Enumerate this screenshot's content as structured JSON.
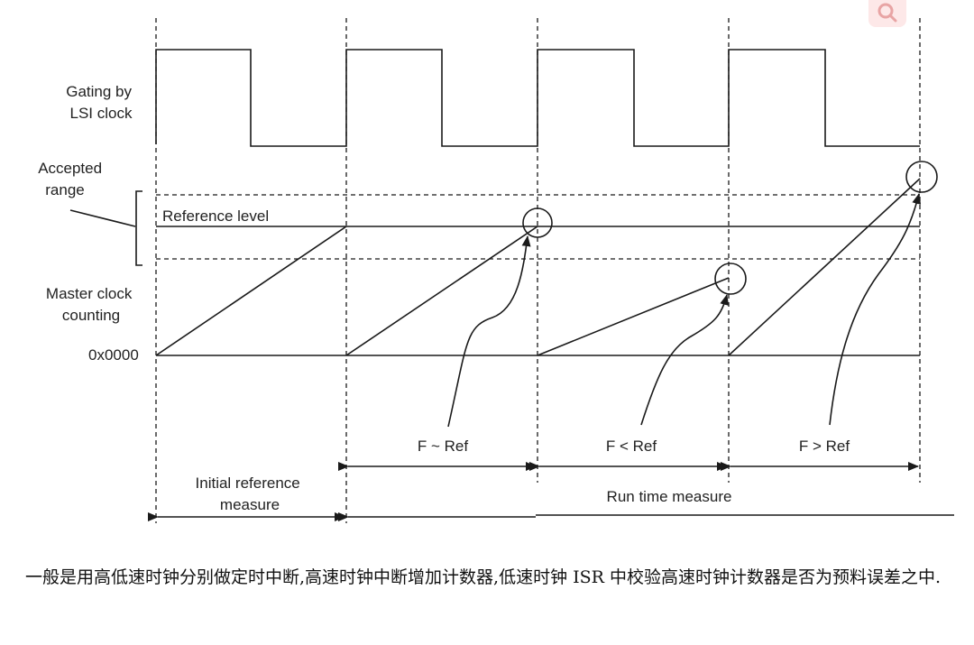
{
  "diagram": {
    "labels": {
      "gating": [
        "Gating by",
        "LSI clock"
      ],
      "accepted_range": [
        "Accepted",
        "range"
      ],
      "reference_level": "Reference level",
      "master_clock": [
        "Master clock",
        "counting"
      ],
      "zero": "0x0000",
      "f_approx_ref": "F ~ Ref",
      "f_less_ref": "F < Ref",
      "f_greater_ref": "F > Ref",
      "initial_reference": [
        "Initial reference",
        "measure"
      ],
      "run_time": "Run time measure"
    }
  },
  "caption": "一般是用高低速时钟分别做定时中断,高速时钟中断增加计数器,低速时钟 ISR 中校验高速时钟计数器是否为预料误差之中.",
  "icons": {
    "search": "search-icon"
  },
  "colors": {
    "line": "#1a1a1a",
    "search_bg": "#fde8e8",
    "search_icon": "#e8a4a4"
  }
}
